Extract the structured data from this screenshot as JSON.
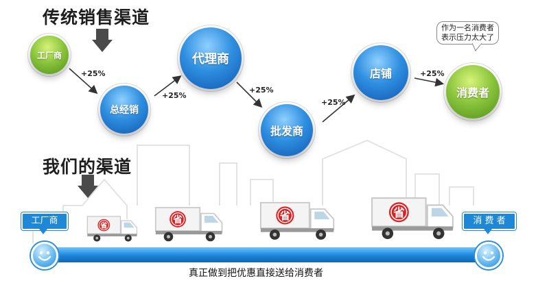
{
  "traditional": {
    "title": "传统销售渠道",
    "nodes": {
      "factory": "工厂商",
      "general_distributor": "总经销",
      "agent": "代理商",
      "wholesaler": "批发商",
      "store": "店铺",
      "consumer": "消费者"
    },
    "markup_labels": [
      "+25%",
      "+25%",
      "+25%",
      "+25%",
      "+25%"
    ],
    "speech_bubble": [
      "作为一名消费者",
      "表示压力太大了"
    ]
  },
  "ours": {
    "title": "我们的渠道",
    "start_tag": "工厂商",
    "end_tag": "消 费 者",
    "truck_badge": "省",
    "slogan": "真正做到把优惠直接送给消费者"
  },
  "colors": {
    "blue": "#1f88d6",
    "green": "#8cc63e",
    "badge_red": "#e02020",
    "arrow": "#333333"
  }
}
